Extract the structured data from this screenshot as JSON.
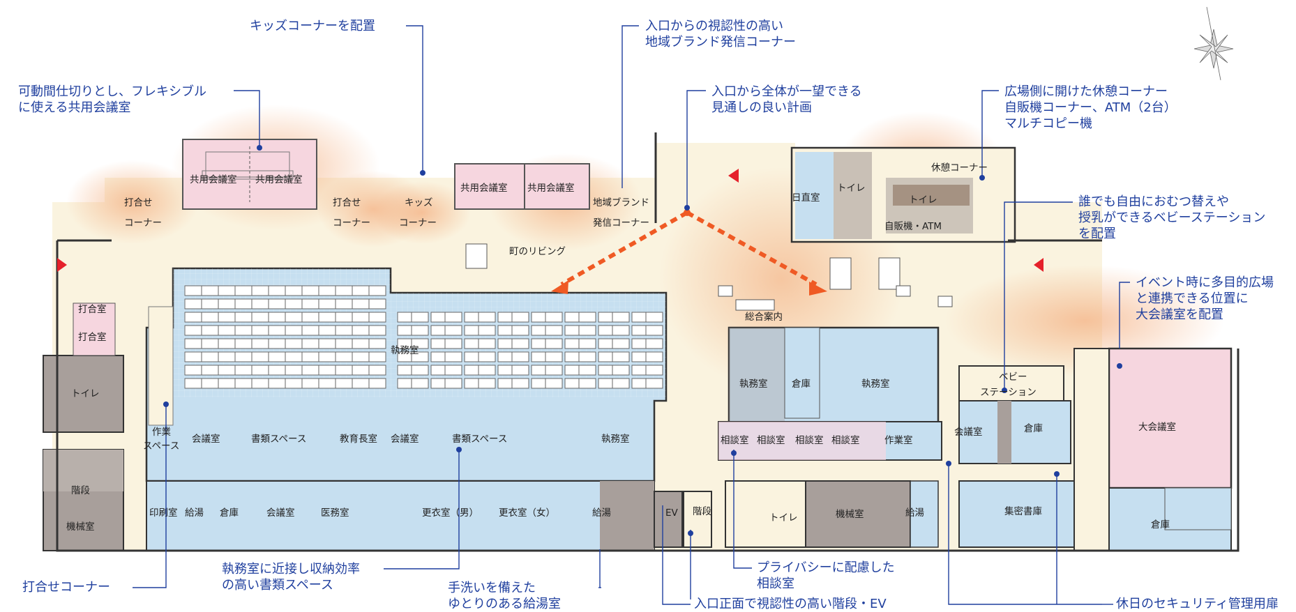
{
  "callouts": {
    "kids": "キッズコーナーを配置",
    "brand": [
      "入口からの視認性の高い",
      "地域ブランド発信コーナー"
    ],
    "flex": [
      "可動間仕切りとし、フレキシブル",
      "に使える共用会議室"
    ],
    "view": [
      "入口から全体が一望できる",
      "見通しの良い計画"
    ],
    "rest": [
      "広場側に開けた休憩コーナー",
      "自販機コーナー、ATM（2台）",
      "マルチコピー機"
    ],
    "baby": [
      "誰でも自由におむつ替えや",
      "授乳ができるベビーステーション",
      "を配置"
    ],
    "event": [
      "イベント時に多目的広場",
      "と連携できる位置に",
      "大会議室を配置"
    ],
    "meet": "打合せコーナー",
    "docs": [
      "執務室に近接し収納効率",
      "の高い書類スペース"
    ],
    "kitchen": [
      "手洗いを備えた",
      "ゆとりのある給湯室"
    ],
    "privacy": [
      "プライバシーに配慮した",
      "相談室"
    ],
    "stairs": "入口正面で視認性の高い階段・EV",
    "security": "休日のセキュリティ管理用扉"
  },
  "rooms": {
    "kyoyo1": "共用会議室",
    "kyoyo2": "共用会議室",
    "kyoyo3": "共用会議室",
    "kyoyo4": "共用会議室",
    "uchiawase1": "打合せ",
    "corner1": "コーナー",
    "uchiawase2": "打合せ",
    "corner2": "コーナー",
    "kids": "キッズ",
    "kidscorner": "コーナー",
    "brand1": "地域ブランド",
    "brand2": "発信コーナー",
    "nichoku": "日直室",
    "toilet_top": "トイレ",
    "toilet_top2": "トイレ",
    "kyukei": "休憩コーナー",
    "jihanki": "自販機・ATM",
    "living": "町のリビング",
    "uchiawaseshitsu1": "打合室",
    "uchiawaseshitsu2": "打合室",
    "toilet_left": "トイレ",
    "shitsumu_main": "執務室",
    "sagyo1": "作業",
    "sagyo2": "スペース",
    "kaigi1": "会議室",
    "shorui1": "書類スペース",
    "kyoikucho": "教育長室",
    "kaigi2": "会議室",
    "shorui2": "書類スペース",
    "shitsumu_small": "執務室",
    "kaidan_left": "階段",
    "kikai_left": "機械室",
    "insatsu": "印刷室",
    "kyuto1": "給湯",
    "soko1": "倉庫",
    "kaigi3": "会議室",
    "imu": "医務室",
    "koui_m": "更衣室（男）",
    "koui_f": "更衣室（女）",
    "kyuto2": "給湯",
    "ev": "EV",
    "kaidan_c": "階段",
    "sogo": "総合案内",
    "shitsumu_b": "執務室",
    "soko2": "倉庫",
    "shitsumu_c": "執務室",
    "sodan1": "相談室",
    "sodan2": "相談室",
    "sodan3": "相談室",
    "sodan4": "相談室",
    "sagyoshitsu": "作業室",
    "toilet_bottom": "トイレ",
    "kikai_c": "機械室",
    "kyuto3": "給湯",
    "baby1": "ベビー",
    "baby2": "ステーション",
    "kaigi4": "会議室",
    "soko3": "倉庫",
    "dai": "大会議室",
    "shumitsu": "集密書庫",
    "soko4": "倉庫"
  },
  "colors": {
    "annotation": "#1f3f9e",
    "office": "#c6dff0",
    "meeting": "#f6d6df",
    "service": "#a89f9b",
    "corridor": "#faf3df",
    "glow": "#f4b183",
    "arrow": "#ef5a24",
    "entrance": "#e5212b"
  },
  "icons": [
    "compass-rose-icon",
    "entrance-arrow-icon",
    "sightline-arrow-icon"
  ]
}
